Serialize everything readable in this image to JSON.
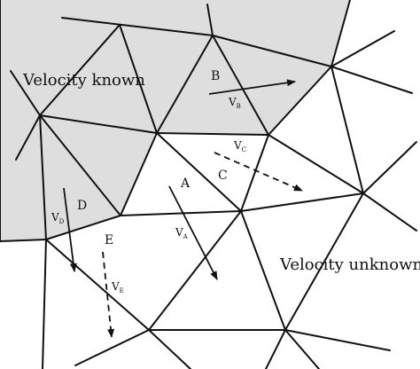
{
  "figure": {
    "colors": {
      "known_fill": "#dedede",
      "line": "#111111",
      "background": "#ffffff"
    },
    "regions": {
      "known_label": "Velocity known",
      "unknown_label": "Velocity unknown"
    },
    "nodes": [
      {
        "id": "A",
        "label": "A"
      },
      {
        "id": "B",
        "label": "B"
      },
      {
        "id": "C",
        "label": "C"
      },
      {
        "id": "D",
        "label": "D"
      },
      {
        "id": "E",
        "label": "E"
      }
    ],
    "velocities": [
      {
        "id": "VA",
        "main": "V",
        "sub": "A",
        "style": "solid"
      },
      {
        "id": "VB",
        "main": "V",
        "sub": "B",
        "style": "solid"
      },
      {
        "id": "VC",
        "main": "V",
        "sub": "C",
        "style": "dashed"
      },
      {
        "id": "VD",
        "main": "V",
        "sub": "D",
        "style": "solid"
      },
      {
        "id": "VE",
        "main": "V",
        "sub": "E",
        "style": "dashed"
      }
    ]
  }
}
